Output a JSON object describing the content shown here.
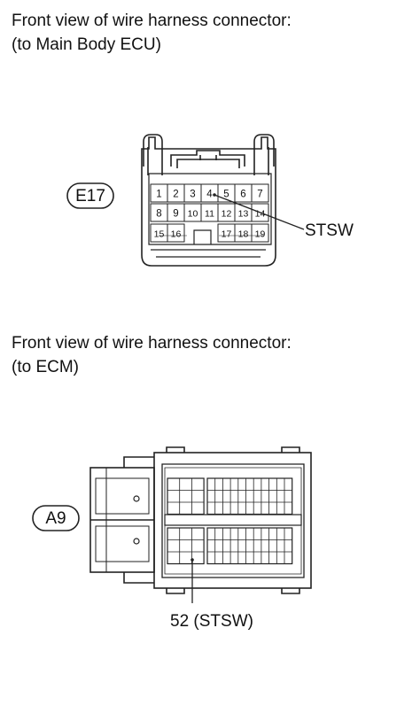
{
  "connectors": [
    {
      "id": "E17",
      "caption_line1": "Front view of wire harness connector:",
      "caption_line2": "(to Main Body ECU)",
      "label": "E17",
      "pins_row1": [
        "1",
        "2",
        "3",
        "4",
        "5",
        "6",
        "7"
      ],
      "pins_row2": [
        "8",
        "9",
        "10",
        "11",
        "12",
        "13",
        "14"
      ],
      "pins_row3_left": [
        "15",
        "16"
      ],
      "pins_row3_right": [
        "17",
        "18",
        "19"
      ],
      "callout": "STSW"
    },
    {
      "id": "A9",
      "caption_line1": "Front view of wire harness connector:",
      "caption_line2": "(to ECM)",
      "label": "A9",
      "callout": "52 (STSW)"
    }
  ]
}
